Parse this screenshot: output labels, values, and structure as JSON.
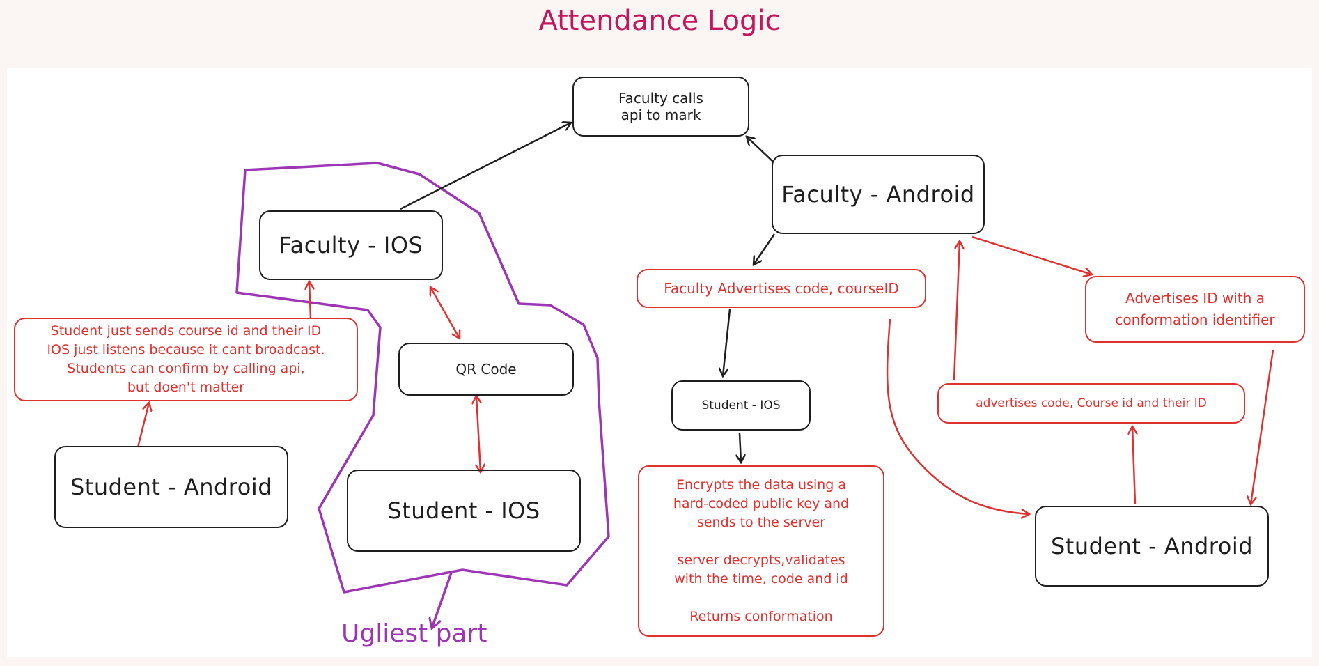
{
  "title": "Attendance Logic",
  "colors": {
    "title": "#c2185b",
    "black": "#1e1e1e",
    "red": "#e03131",
    "purple": "#9c36b5",
    "background": "#fbf6f4"
  },
  "nodes": {
    "faculty_api": "Faculty calls\napi to mark",
    "faculty_ios": "Faculty - IOS",
    "faculty_android": "Faculty - Android",
    "qr_code": "QR Code",
    "student_ios_left": "Student - IOS",
    "student_android_left": "Student - Android",
    "ios_note": "Student just sends course id and their ID\nIOS just listens because it cant broadcast.\nStudents can confirm by calling api,\nbut doen't matter",
    "faculty_advertises": "Faculty Advertises code, courseID",
    "student_ios_mid": "Student - IOS",
    "encrypt_note": "Encrypts the data using a\nhard-coded public key and\nsends to the server\n\nserver decrypts,validates\nwith the time, code and id\n\nReturns conformation",
    "advertises_id": "Advertises ID with a\nconformation identifier",
    "advertises_code": "advertises code, Course id and their ID",
    "student_android_right": "Student - Android"
  },
  "annotation": "Ugliest part"
}
